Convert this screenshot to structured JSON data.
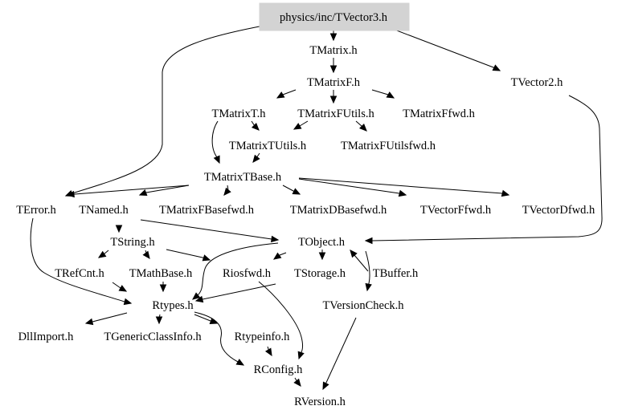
{
  "graph": {
    "title": "physics/inc/TVector3.h",
    "root_fill": "#d3d3d3",
    "nodes": [
      {
        "id": "TVector3",
        "label": "physics/inc/TVector3.h",
        "root": true
      },
      {
        "id": "TMatrix",
        "label": "TMatrix.h"
      },
      {
        "id": "TVector2",
        "label": "TVector2.h"
      },
      {
        "id": "TMatrixF",
        "label": "TMatrixF.h"
      },
      {
        "id": "TMatrixT",
        "label": "TMatrixT.h"
      },
      {
        "id": "TMatrixFUtils",
        "label": "TMatrixFUtils.h"
      },
      {
        "id": "TMatrixFfwd",
        "label": "TMatrixFfwd.h"
      },
      {
        "id": "TMatrixTUtils",
        "label": "TMatrixTUtils.h"
      },
      {
        "id": "TMatrixFUtilsfwd",
        "label": "TMatrixFUtilsfwd.h"
      },
      {
        "id": "TMatrixTBase",
        "label": "TMatrixTBase.h"
      },
      {
        "id": "TError",
        "label": "TError.h"
      },
      {
        "id": "TNamed",
        "label": "TNamed.h"
      },
      {
        "id": "TMatrixFBasefwd",
        "label": "TMatrixFBasefwd.h"
      },
      {
        "id": "TMatrixDBasefwd",
        "label": "TMatrixDBasefwd.h"
      },
      {
        "id": "TVectorFfwd",
        "label": "TVectorFfwd.h"
      },
      {
        "id": "TVectorDfwd",
        "label": "TVectorDfwd.h"
      },
      {
        "id": "TString",
        "label": "TString.h"
      },
      {
        "id": "TObject",
        "label": "TObject.h"
      },
      {
        "id": "TRefCnt",
        "label": "TRefCnt.h"
      },
      {
        "id": "TMathBase",
        "label": "TMathBase.h"
      },
      {
        "id": "Riosfwd",
        "label": "Riosfwd.h"
      },
      {
        "id": "TStorage",
        "label": "TStorage.h"
      },
      {
        "id": "TBuffer",
        "label": "TBuffer.h"
      },
      {
        "id": "Rtypes",
        "label": "Rtypes.h"
      },
      {
        "id": "TVersionCheck",
        "label": "TVersionCheck.h"
      },
      {
        "id": "DllImport",
        "label": "DllImport.h"
      },
      {
        "id": "TGenericClassInfo",
        "label": "TGenericClassInfo.h"
      },
      {
        "id": "Rtypeinfo",
        "label": "Rtypeinfo.h"
      },
      {
        "id": "RConfig",
        "label": "RConfig.h"
      },
      {
        "id": "RVersion",
        "label": "RVersion.h"
      }
    ],
    "edges": [
      [
        "TVector3",
        "TMatrix"
      ],
      [
        "TVector3",
        "TVector2"
      ],
      [
        "TVector3",
        "TError"
      ],
      [
        "TMatrix",
        "TMatrixF"
      ],
      [
        "TMatrixF",
        "TMatrixT"
      ],
      [
        "TMatrixF",
        "TMatrixFUtils"
      ],
      [
        "TMatrixF",
        "TMatrixFfwd"
      ],
      [
        "TMatrixT",
        "TMatrixTUtils"
      ],
      [
        "TMatrixT",
        "TMatrixTBase"
      ],
      [
        "TMatrixFUtils",
        "TMatrixTUtils"
      ],
      [
        "TMatrixFUtils",
        "TMatrixFUtilsfwd"
      ],
      [
        "TMatrixTUtils",
        "TMatrixTBase"
      ],
      [
        "TMatrixTBase",
        "TError"
      ],
      [
        "TMatrixTBase",
        "TNamed"
      ],
      [
        "TMatrixTBase",
        "TMatrixFBasefwd"
      ],
      [
        "TMatrixTBase",
        "TMatrixDBasefwd"
      ],
      [
        "TMatrixTBase",
        "TVectorFfwd"
      ],
      [
        "TMatrixTBase",
        "TVectorDfwd"
      ],
      [
        "TVector2",
        "TObject"
      ],
      [
        "TNamed",
        "TString"
      ],
      [
        "TNamed",
        "TObject"
      ],
      [
        "TError",
        "Rtypes"
      ],
      [
        "TString",
        "TRefCnt"
      ],
      [
        "TString",
        "TMathBase"
      ],
      [
        "TString",
        "Riosfwd"
      ],
      [
        "TObject",
        "Riosfwd"
      ],
      [
        "TObject",
        "TStorage"
      ],
      [
        "TObject",
        "Rtypes"
      ],
      [
        "TObject",
        "TVersionCheck"
      ],
      [
        "TBuffer",
        "TObject"
      ],
      [
        "TRefCnt",
        "Rtypes"
      ],
      [
        "TMathBase",
        "Rtypes"
      ],
      [
        "TStorage",
        "Rtypes"
      ],
      [
        "Riosfwd",
        "RConfig"
      ],
      [
        "Rtypes",
        "DllImport"
      ],
      [
        "Rtypes",
        "TGenericClassInfo"
      ],
      [
        "Rtypes",
        "Rtypeinfo"
      ],
      [
        "Rtypes",
        "RConfig"
      ],
      [
        "Rtypeinfo",
        "RConfig"
      ],
      [
        "TVersionCheck",
        "RVersion"
      ],
      [
        "RConfig",
        "RVersion"
      ]
    ]
  }
}
